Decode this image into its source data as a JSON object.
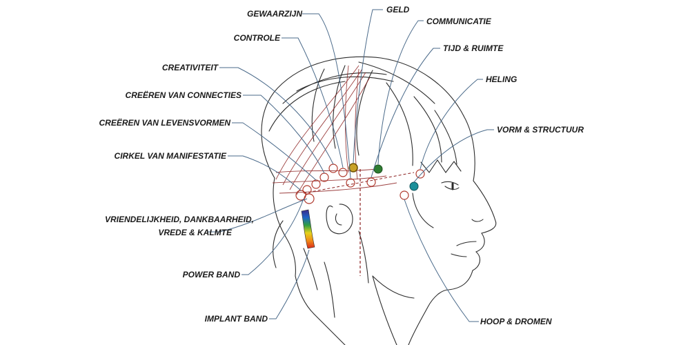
{
  "labels": {
    "gewaarzijn": "GEWAARZIJN",
    "geld": "GELD",
    "controle": "CONTROLE",
    "communicatie": "COMMUNICATIE",
    "tijd_ruimte": "TIJD & RUIMTE",
    "creativiteit": "CREATIVITEIT",
    "heling": "HELING",
    "creeren_connecties": "CREËREN VAN CONNECTIES",
    "creeren_levensvormen": "CREËREN VAN LEVENSVORMEN",
    "vorm_structuur": "VORM & STRUCTUUR",
    "cirkel_manifestatie": "CIRKEL VAN MANIFESTATIE",
    "vriendelijkheid_1": "VRIENDELIJKHEID, DANKBAARHEID,",
    "vriendelijkheid_2": "VREDE & KALMTE",
    "power_band": "POWER BAND",
    "implant_band": "IMPLANT BAND",
    "hoop_dromen": "HOOP & DROMEN"
  },
  "colors": {
    "line": "#4a6a8a",
    "sketch": "#2b2b2b",
    "circle": "#b03a2e",
    "grid": "#8b1f1f",
    "geld_dot": "#c9a227",
    "communicatie_dot": "#2e7d32",
    "vorm_dot": "#1a8f9a"
  }
}
